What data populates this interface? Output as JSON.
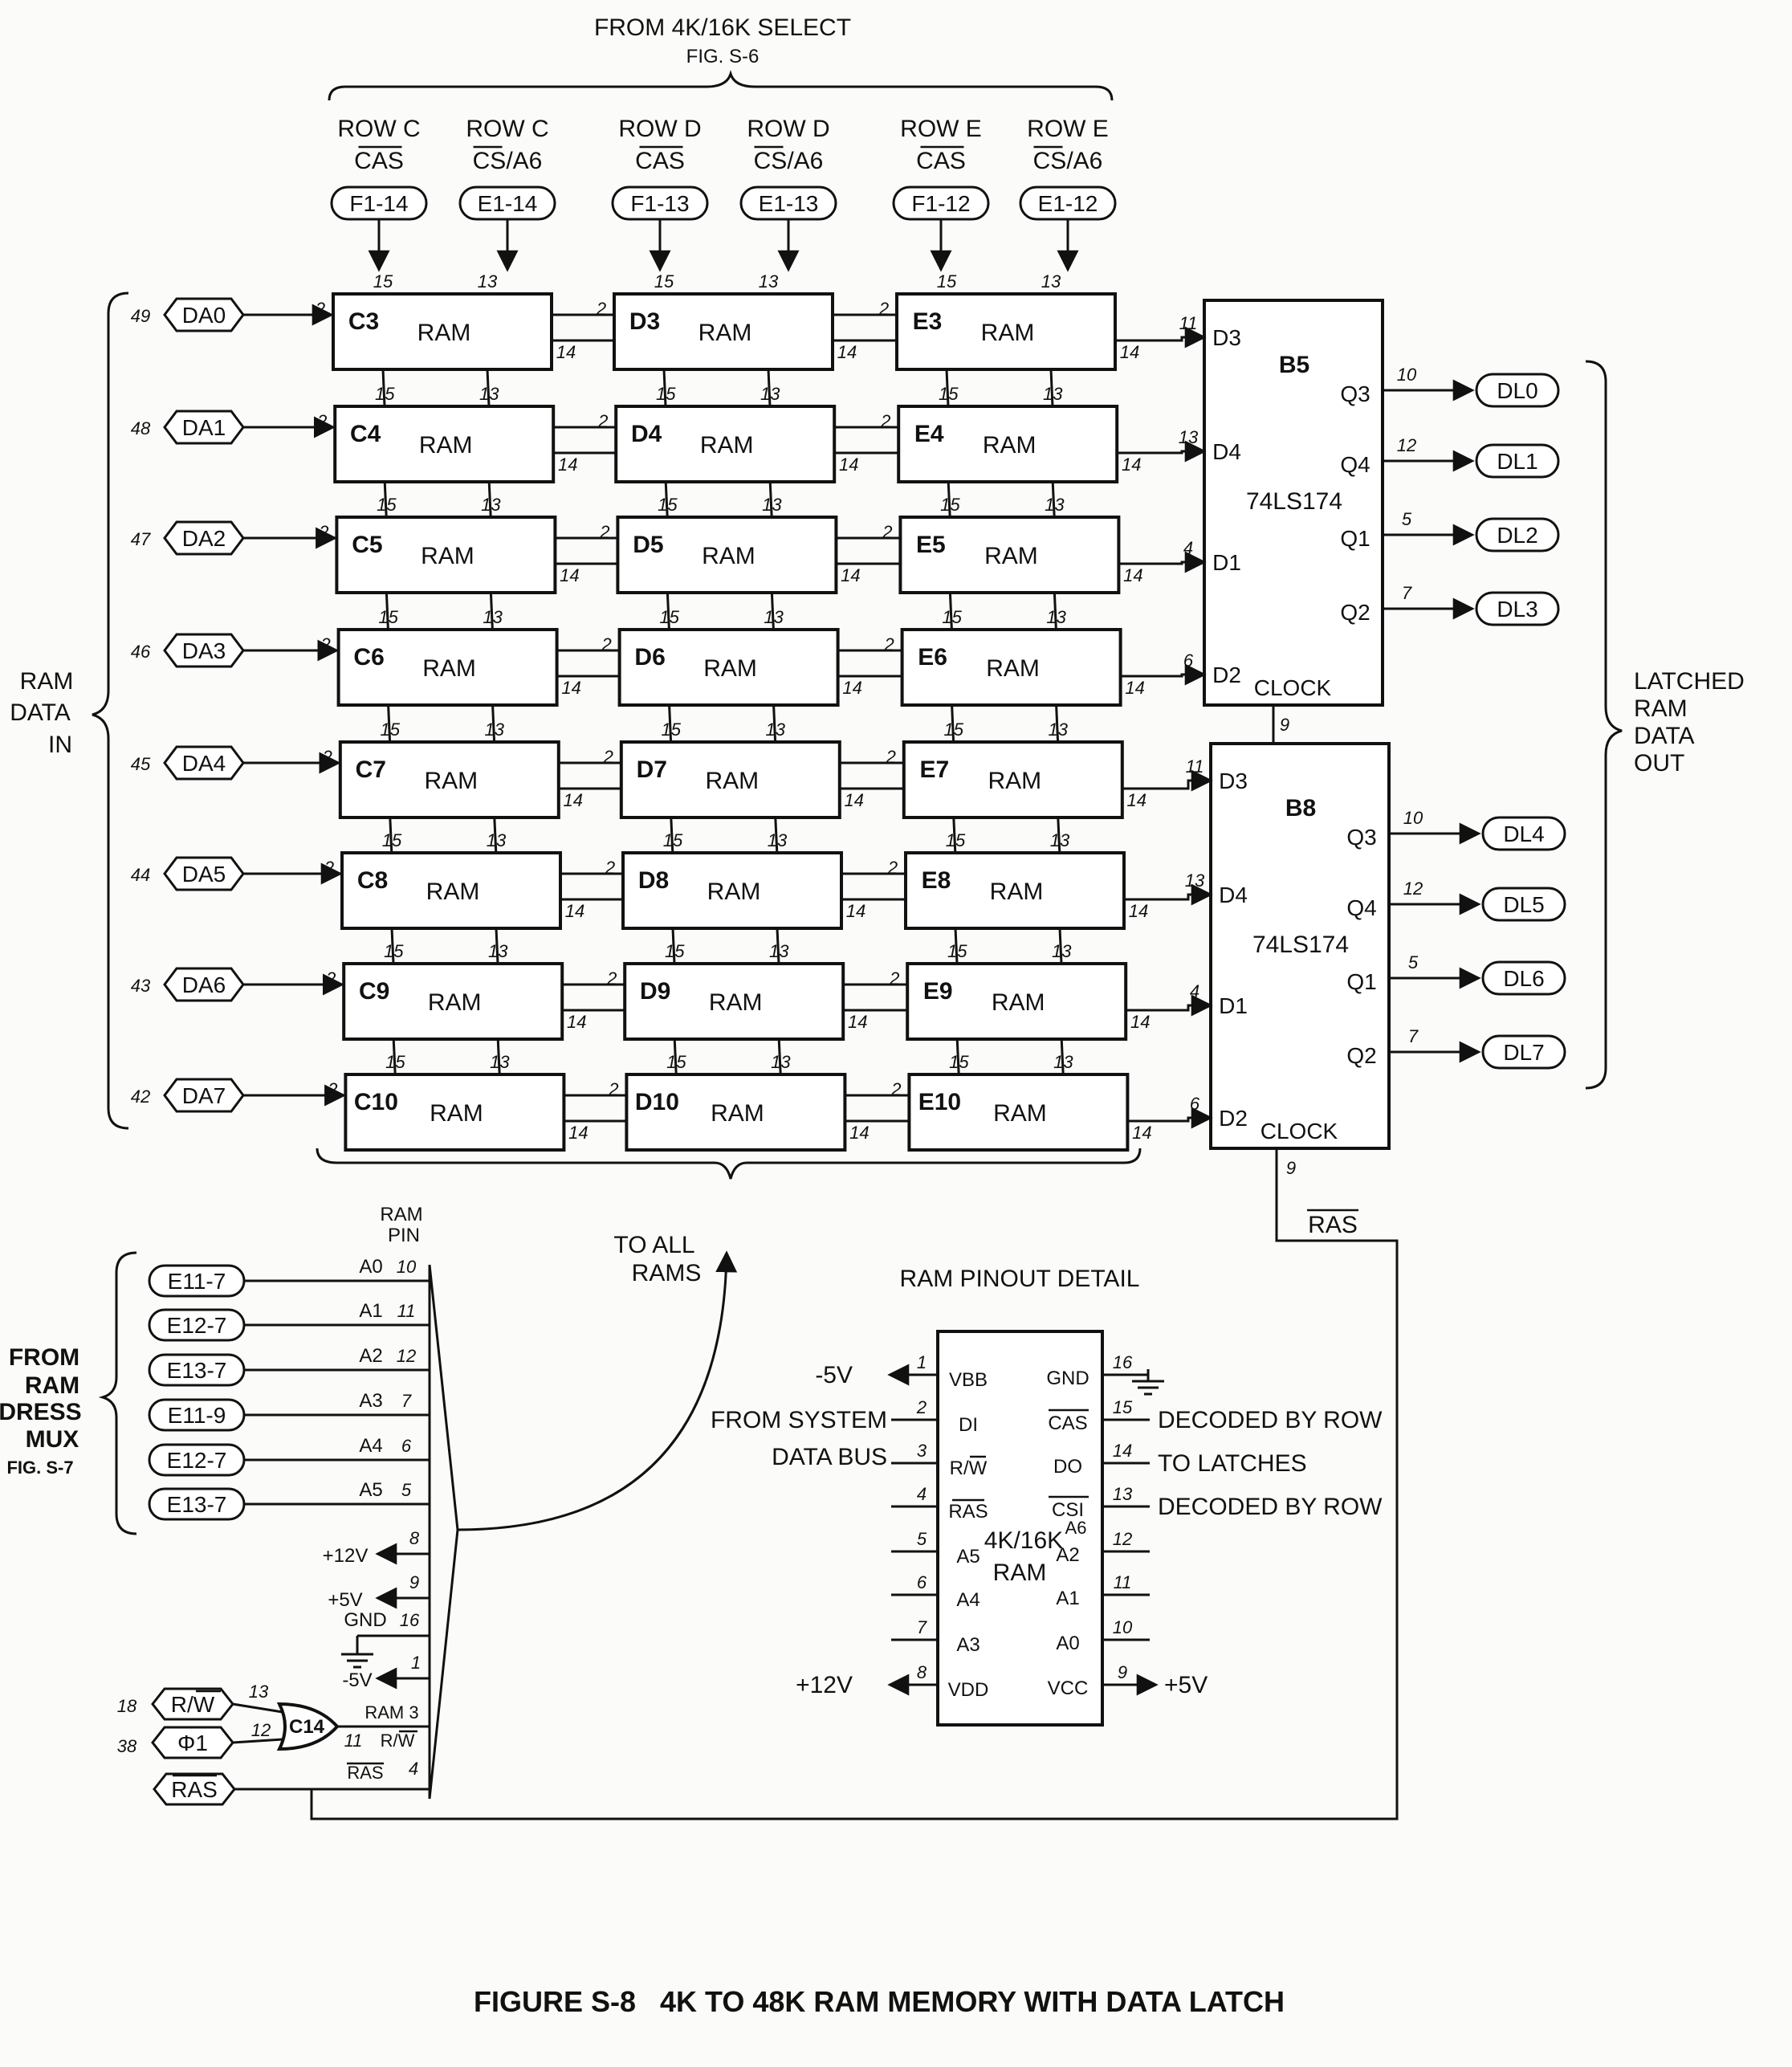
{
  "header": {
    "title": "FROM 4K/16K SELECT",
    "ref": "FIG. S-6"
  },
  "top_signals": [
    {
      "line1": "ROW C",
      "line2": "CAS",
      "line2_over": "CAS",
      "conn": "F1-14"
    },
    {
      "line1": "ROW C",
      "line2": "CS/A6",
      "line2_over": "CS",
      "conn": "E1-14"
    },
    {
      "line1": "ROW D",
      "line2": "CAS",
      "line2_over": "CAS",
      "conn": "F1-13"
    },
    {
      "line1": "ROW D",
      "line2": "CS/A6",
      "line2_over": "CS",
      "conn": "E1-13"
    },
    {
      "line1": "ROW E",
      "line2": "CAS",
      "line2_over": "CAS",
      "conn": "F1-12"
    },
    {
      "line1": "ROW E",
      "line2": "CS/A6",
      "line2_over": "CS",
      "conn": "E1-12"
    }
  ],
  "ram_word": "RAM",
  "pins_common": {
    "cas": "15",
    "cs": "13",
    "din": "2",
    "dout": "14"
  },
  "data_in": [
    {
      "num": "49",
      "label": "DA0"
    },
    {
      "num": "48",
      "label": "DA1"
    },
    {
      "num": "47",
      "label": "DA2"
    },
    {
      "num": "46",
      "label": "DA3"
    },
    {
      "num": "45",
      "label": "DA4"
    },
    {
      "num": "44",
      "label": "DA5"
    },
    {
      "num": "43",
      "label": "DA6"
    },
    {
      "num": "42",
      "label": "DA7"
    }
  ],
  "chips": [
    [
      "C3",
      "D3",
      "E3"
    ],
    [
      "C4",
      "D4",
      "E4"
    ],
    [
      "C5",
      "D5",
      "E5"
    ],
    [
      "C6",
      "D6",
      "E6"
    ],
    [
      "C7",
      "D7",
      "E7"
    ],
    [
      "C8",
      "D8",
      "E8"
    ],
    [
      "C9",
      "D9",
      "E9"
    ],
    [
      "C10",
      "D10",
      "E10"
    ]
  ],
  "latch_inputs": [
    {
      "pin": "11",
      "name": "D3"
    },
    {
      "pin": "13",
      "name": "D4"
    },
    {
      "pin": "4",
      "name": "D1"
    },
    {
      "pin": "6",
      "name": "D2"
    }
  ],
  "latches": [
    {
      "name": "B5",
      "type": "74LS174",
      "clock": "CLOCK",
      "clock_pin": "9",
      "outputs": [
        {
          "q": "Q3",
          "pin": "10",
          "label": "DL0"
        },
        {
          "q": "Q4",
          "pin": "12",
          "label": "DL1"
        },
        {
          "q": "Q1",
          "pin": "5",
          "label": "DL2"
        },
        {
          "q": "Q2",
          "pin": "7",
          "label": "DL3"
        }
      ]
    },
    {
      "name": "B8",
      "type": "74LS174",
      "clock": "CLOCK",
      "clock_pin": "9",
      "outputs": [
        {
          "q": "Q3",
          "pin": "10",
          "label": "DL4"
        },
        {
          "q": "Q4",
          "pin": "12",
          "label": "DL5"
        },
        {
          "q": "Q1",
          "pin": "5",
          "label": "DL6"
        },
        {
          "q": "Q2",
          "pin": "7",
          "label": "DL7"
        }
      ]
    }
  ],
  "side_labels": {
    "left": [
      "RAM",
      "DATA",
      "IN"
    ],
    "right": [
      "LATCHED",
      "RAM",
      "DATA",
      "OUT"
    ],
    "mux": [
      "FROM",
      "RAM",
      "DRESS",
      "MUX",
      "FIG. S-7"
    ]
  },
  "ras_label": "RAS",
  "to_all_rams": [
    "TO ALL",
    "RAMS"
  ],
  "ram_pin_header": [
    "RAM",
    "PIN"
  ],
  "address_inputs": [
    {
      "conn": "E11-7",
      "sig": "A0",
      "pin": "10"
    },
    {
      "conn": "E12-7",
      "sig": "A1",
      "pin": "11"
    },
    {
      "conn": "E13-7",
      "sig": "A2",
      "pin": "12"
    },
    {
      "conn": "E11-9",
      "sig": "A3",
      "pin": "7"
    },
    {
      "conn": "E12-7",
      "sig": "A4",
      "pin": "6"
    },
    {
      "conn": "E13-7",
      "sig": "A5",
      "pin": "5"
    }
  ],
  "power_pins": [
    {
      "sig": "+12V",
      "pin": "8"
    },
    {
      "sig": "+5V",
      "pin": "9"
    },
    {
      "sig": "GND",
      "pin": "16"
    },
    {
      "sig": "-5V",
      "pin": "1"
    }
  ],
  "control": {
    "rw": {
      "num": "18",
      "label": "R/W",
      "gate_pin": "13"
    },
    "phi": {
      "num": "38",
      "label": "Φ1",
      "gate_pin": "12"
    },
    "gate": "C14",
    "ram_pin3": "RAM 3",
    "out_pin": "11",
    "rw_sig": "R/W",
    "ras_sig": "RAS",
    "ras_pin": "4",
    "ras_conn": "RAS"
  },
  "pinout": {
    "title": "RAM PINOUT DETAIL",
    "chip_name": "4K/16K",
    "chip_sub": "RAM",
    "left": [
      {
        "pin": "1",
        "name": "VBB",
        "ext": "-5V"
      },
      {
        "pin": "2",
        "name": "DI",
        "ext": "FROM SYSTEM"
      },
      {
        "pin": "3",
        "name": "R/W",
        "ext": "DATA BUS"
      },
      {
        "pin": "4",
        "name": "RAS",
        "ext": ""
      },
      {
        "pin": "5",
        "name": "A5",
        "ext": ""
      },
      {
        "pin": "6",
        "name": "A4",
        "ext": ""
      },
      {
        "pin": "7",
        "name": "A3",
        "ext": ""
      },
      {
        "pin": "8",
        "name": "VDD",
        "ext": "+12V"
      }
    ],
    "right": [
      {
        "pin": "16",
        "name": "GND",
        "ext": ""
      },
      {
        "pin": "15",
        "name": "CAS",
        "ext": "DECODED BY ROW"
      },
      {
        "pin": "14",
        "name": "DO",
        "ext": "TO LATCHES"
      },
      {
        "pin": "13",
        "name": "CSI",
        "name2": "A6",
        "ext": "DECODED BY ROW"
      },
      {
        "pin": "12",
        "name": "A2",
        "ext": ""
      },
      {
        "pin": "11",
        "name": "A1",
        "ext": ""
      },
      {
        "pin": "10",
        "name": "A0",
        "ext": ""
      },
      {
        "pin": "9",
        "name": "VCC",
        "ext": "+5V"
      }
    ]
  },
  "caption": "FIGURE S-8   4K TO 48K RAM MEMORY WITH DATA LATCH"
}
